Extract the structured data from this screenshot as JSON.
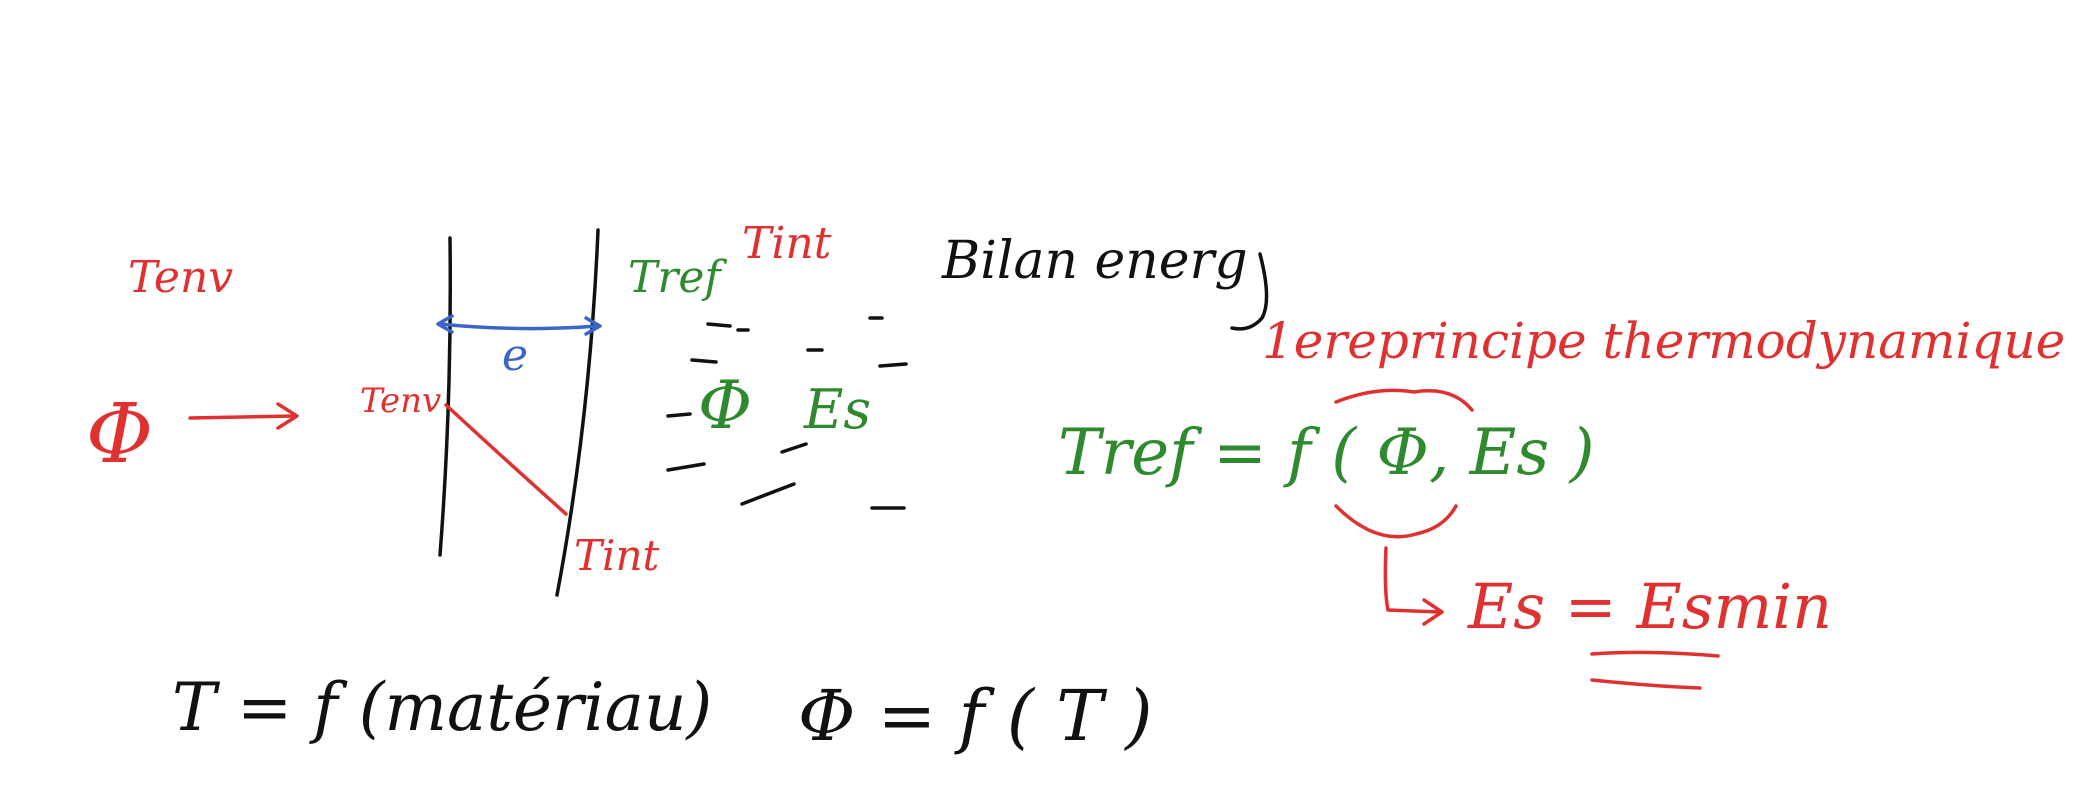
{
  "canvas": {
    "background": "#ffffff"
  },
  "colors": {
    "red": "#e03131",
    "green": "#2f8a2f",
    "blue": "#3a66c9",
    "black": "#111111"
  },
  "labels": {
    "t_env_main": "Tenv",
    "phi_left": "Φ",
    "t_env_wall": "Tenv",
    "thickness": "e",
    "t_int_top": "Tint",
    "t_int_wall": "Tint",
    "t_ref_top": "Tref",
    "phi_mid": "Φ",
    "es_mid": "Es",
    "bilan": "Bilan energ",
    "principe": "1ereprincipe thermodynamique",
    "eq_tref": "Tref = f ( Φ, Es )",
    "eq_es": "Es = Esmin",
    "eq_material": "T = f (matériau)",
    "eq_phi": "Φ = f ( T )"
  }
}
